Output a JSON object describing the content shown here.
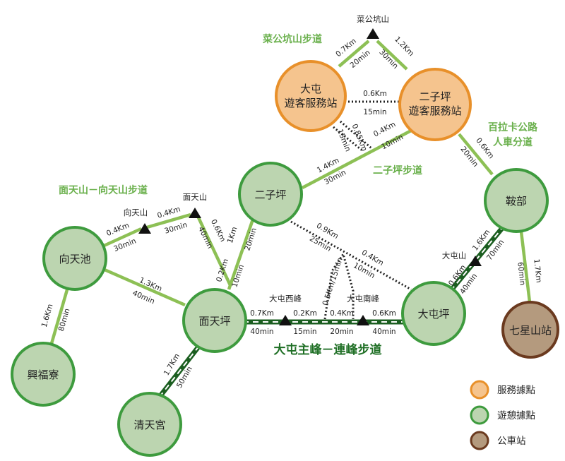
{
  "nodes": {
    "datun_center": {
      "label_lines": [
        "大屯",
        "遊客服務站"
      ],
      "kind": "service"
    },
    "erziping_center": {
      "label_lines": [
        "二子坪",
        "遊客服務站"
      ],
      "kind": "service"
    },
    "erziping": {
      "label_lines": [
        "二子坪"
      ],
      "kind": "rest"
    },
    "anbu": {
      "label_lines": [
        "鞍部"
      ],
      "kind": "rest"
    },
    "xiangtianchi": {
      "label_lines": [
        "向天池"
      ],
      "kind": "rest"
    },
    "miantianping": {
      "label_lines": [
        "面天坪"
      ],
      "kind": "rest"
    },
    "datunping": {
      "label_lines": [
        "大屯坪"
      ],
      "kind": "rest"
    },
    "xingfuliao": {
      "label_lines": [
        "興福寮"
      ],
      "kind": "rest"
    },
    "qingtiangong": {
      "label_lines": [
        "清天宮"
      ],
      "kind": "rest"
    },
    "qixingshan_station": {
      "label_lines": [
        "七星山站"
      ],
      "kind": "bus"
    }
  },
  "peaks": {
    "caigongkengshan": "菜公坑山",
    "miantianshan": "面天山",
    "xiangtianshan": "向天山",
    "datun_west": "大屯西峰",
    "datun_south": "大屯南峰",
    "datunshan": "大屯山"
  },
  "trail_names": {
    "caigongkeng": "菜公坑山步道",
    "erziping": "二子坪步道",
    "bailaka_line1": "百拉卡公路",
    "bailaka_line2": "人車分道",
    "miantian": "面天山－向天山步道",
    "main": "大屯主峰－連峰步道"
  },
  "edges": {
    "e1": {
      "dist": "0.7Km",
      "time": "20min"
    },
    "e2": {
      "dist": "1.2Km",
      "time": "30min"
    },
    "e3": {
      "dist": "0.6Km",
      "time": "15min"
    },
    "e4": {
      "dist": "0.85Km",
      "time": "15min"
    },
    "e5": {
      "dist": "0.4Km",
      "time": "10min"
    },
    "e6": {
      "dist": "1.4Km",
      "time": "30min"
    },
    "e7": {
      "dist": "0.6Km",
      "time": "20min"
    },
    "e8": {
      "dist": "1.7Km",
      "time": "60min"
    },
    "e9": {
      "dist": "1.6Km",
      "time": "70min"
    },
    "e10": {
      "dist": "0.6Km",
      "time": "40min"
    },
    "e11": {
      "dist": "0.9Km",
      "time": "25min"
    },
    "e12": {
      "dist": "0.4Km",
      "time": "10min"
    },
    "e13": {
      "dist": "0.5Km/15min"
    },
    "e14": {
      "dist": "0.4Km",
      "time": "30min"
    },
    "e15": {
      "dist": "0.4Km",
      "time": "30min"
    },
    "e16": {
      "dist": "0.6Km",
      "time": "40min"
    },
    "e17": {
      "dist": "1Km",
      "time": "20min"
    },
    "e18": {
      "dist": "0.2Km",
      "time": "10min"
    },
    "e19": {
      "dist": "1.3Km",
      "time": "40min"
    },
    "e20": {
      "dist": "1.6Km",
      "time": "80min"
    },
    "e21": {
      "dist": "1.7Km",
      "time": "50min"
    },
    "e22": {
      "dist": "0.7Km",
      "time": "40min"
    },
    "e23": {
      "dist": "0.2Km",
      "time": "15min"
    },
    "e24": {
      "dist": "0.4Km",
      "time": "20min"
    },
    "e25": {
      "dist": "0.6Km",
      "time": "40min"
    }
  },
  "legend": {
    "service": {
      "label": "服務據點",
      "color": "#f5c48e"
    },
    "rest": {
      "label": "遊憩據點",
      "color": "#bcd5b0"
    },
    "bus": {
      "label": "公車站",
      "color": "#b49a7e"
    }
  },
  "colors": {
    "trail_green": "#8dc055",
    "main_trail_dark": "#1b5e20",
    "service_border": "#e8902a",
    "rest_border": "#3e9b3e",
    "bus_border": "#6b3a1f"
  }
}
